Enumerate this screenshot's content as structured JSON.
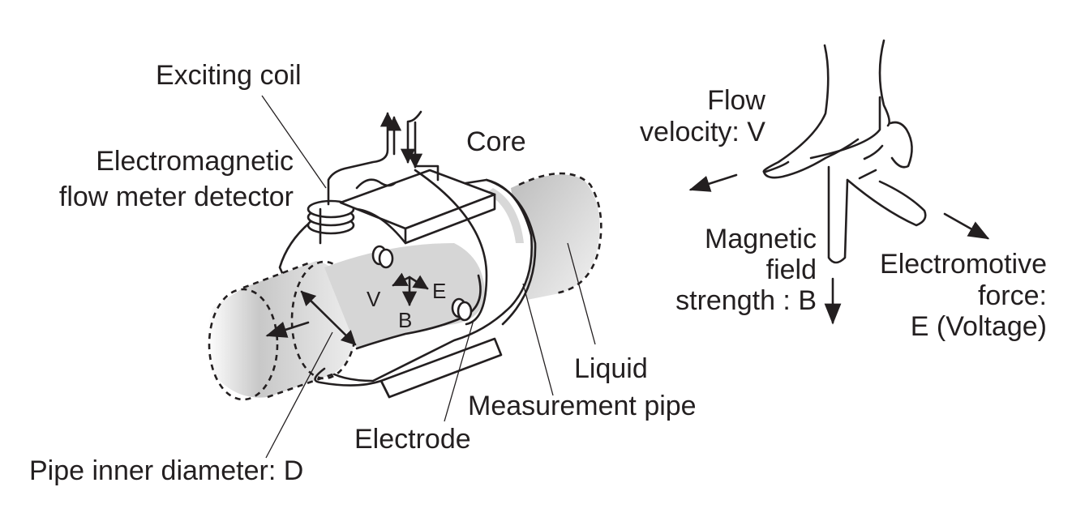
{
  "labels": {
    "exciting_coil": "Exciting coil",
    "detector_line1": "Electromagnetic",
    "detector_line2": "flow meter detector",
    "core": "Core",
    "liquid": "Liquid",
    "measurement_pipe": "Measurement pipe",
    "electrode": "Electrode",
    "pipe_inner_diameter": "Pipe inner diameter: D",
    "inner_v": "V",
    "inner_b": "B",
    "inner_e": "E"
  },
  "hand_rule": {
    "flow_line1": "Flow",
    "flow_line2": "velocity: V",
    "magnetic_line1": "Magnetic",
    "magnetic_line2": "field",
    "magnetic_line3": "strength : B",
    "emf_line1": "Electromotive",
    "emf_line2": "force:",
    "emf_line3": "E (Voltage)"
  }
}
